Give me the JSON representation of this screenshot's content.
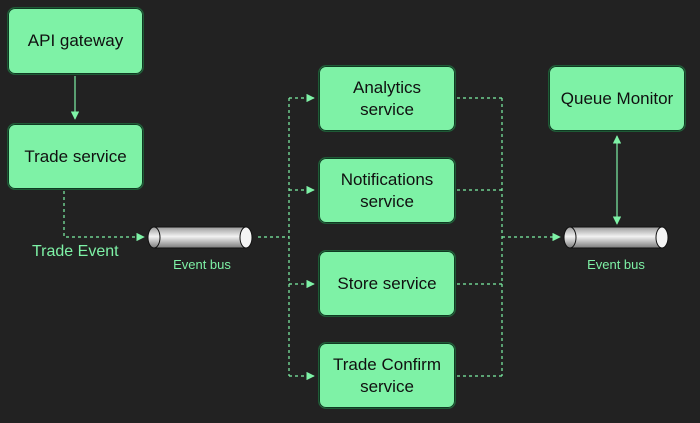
{
  "nodes": {
    "api_gateway": "API gateway",
    "trade_service": "Trade service",
    "analytics_service": [
      "Analytics",
      "service"
    ],
    "notifications_service": [
      "Notifications",
      "service"
    ],
    "store_service": "Store service",
    "trade_confirm_service": [
      "Trade Confirm",
      "service"
    ],
    "queue_monitor": "Queue Monitor"
  },
  "labels": {
    "trade_event": "Trade Event",
    "event_bus_left": "Event bus",
    "event_bus_right": "Event bus"
  },
  "colors": {
    "node_fill": "#7ef2a6",
    "edge": "#7ef2a6",
    "background": "#222222",
    "bus_fill_light": "#f4f4f4",
    "bus_fill_dark": "#8a8a8a"
  }
}
